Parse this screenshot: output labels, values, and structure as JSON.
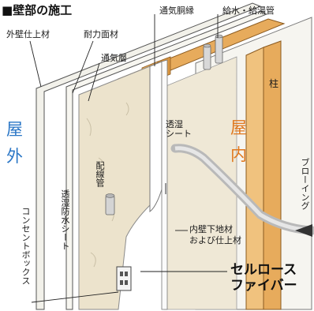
{
  "title": "■壁部の施工",
  "labels": {
    "outer_finish": "外壁仕上材",
    "structural_panel": "耐力面材",
    "vent_layer": "通気層",
    "vent_edge": "通気胴縁",
    "water_supply": "給水・給湯管",
    "pillar": "柱",
    "wiring_pipe": "配線管",
    "vapor_sheet": "透湿\nシート",
    "waterproof_sheet": "透湿防水シート",
    "outlet_box": "コンセントボックス",
    "inner_finish": "内壁下地材\nおよび仕上材",
    "blowing": "ブローイング",
    "cellulose_fiber": "セルロース\nファイバー"
  },
  "areas": {
    "outdoor_1": "屋",
    "outdoor_2": "外",
    "indoor_1": "屋",
    "indoor_2": "内"
  },
  "colors": {
    "outdoor_text": "#2a76c6",
    "indoor_text": "#e0781e",
    "cellulose": "#ece3cc",
    "timber": "#e7ab5c",
    "panel": "#f2f1ea"
  }
}
